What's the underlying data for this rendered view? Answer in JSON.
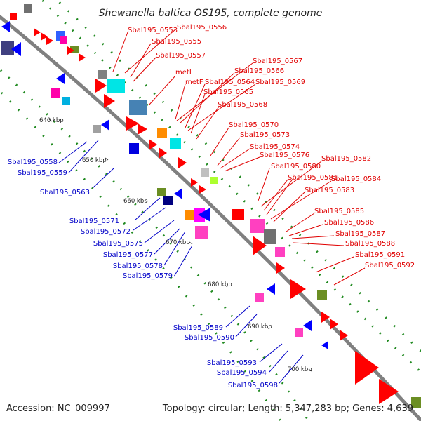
{
  "title": "Shewanella baltica OS195, complete genome",
  "footer": {
    "accession": "Accession: NC_009997",
    "summary": "Topology: circular; Length: 5,347,283 bp; Genes: 4,639"
  },
  "scale_ticks": [
    "640 kbp",
    "650 kbp",
    "660 kbp",
    "670 kbp",
    "680 kbp",
    "690 kbp",
    "700 kbp"
  ],
  "forward_labels": [
    "Sbal195_0553",
    "Sbal195_0556",
    "Sbal195_0555",
    "Sbal195_0557",
    "metL",
    "metF",
    "Sbal195_0567",
    "Sbal195_0566",
    "Sbal195_0564",
    "Sbal195_0569",
    "Sbal195_0565",
    "Sbal195_0568",
    "Sbal195_0570",
    "Sbal195_0573",
    "Sbal195_0574",
    "Sbal195_0576",
    "Sbal195_0582",
    "Sbal195_0580",
    "Sbal195_0581",
    "Sbal195_0584",
    "Sbal195_0583",
    "Sbal195_0585",
    "Sbal195_0586",
    "Sbal195_0587",
    "Sbal195_0588",
    "Sbal195_0591",
    "Sbal195_0592"
  ],
  "reverse_labels": [
    "Sbal195_0558",
    "Sbal195_0559",
    "Sbal195_0563",
    "Sbal195_0571",
    "Sbal195_0572",
    "Sbal195_0575",
    "Sbal195_0577",
    "Sbal195_0578",
    "Sbal195_0579",
    "Sbal195_0589",
    "Sbal195_0590",
    "Sbal195_0593",
    "Sbal195_0594",
    "Sbal195_0598"
  ],
  "colors": {
    "forward_gene": "#ff0000",
    "reverse_gene": "#0000ff",
    "backbone": "#808080",
    "gc_ticks": "#228b22",
    "forward_label": "#e00000",
    "reverse_label": "#0000c8"
  }
}
